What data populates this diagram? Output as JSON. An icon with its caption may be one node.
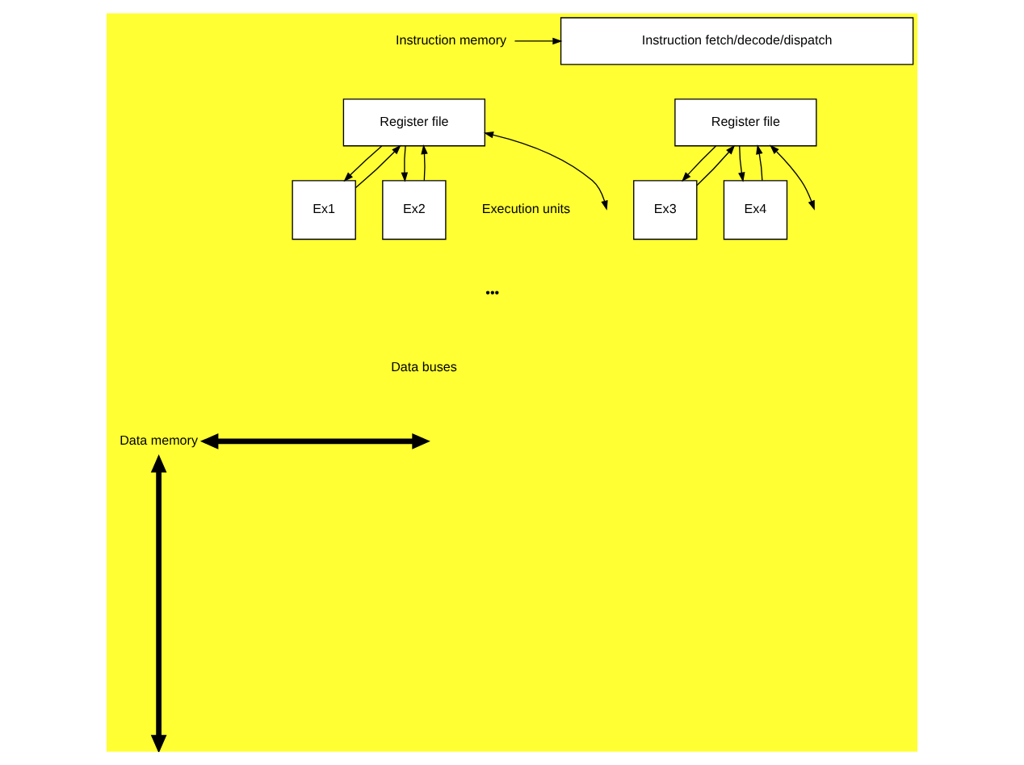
{
  "diagram": {
    "nodes": [
      {
        "text": [
          "Instruction memory"
        ]
      },
      {
        "text": [
          "Instruction fetch/decode/dispatch"
        ]
      },
      {
        "text": [
          "Register file"
        ]
      },
      {
        "text": [
          "Register file"
        ]
      },
      {
        "text": [
          "Ex1"
        ]
      },
      {
        "text": [
          "Ex2"
        ]
      },
      {
        "text": [
          "Ex3"
        ]
      },
      {
        "text": [
          "Ex4"
        ]
      },
      {
        "text": [
          "Data memory"
        ]
      }
    ],
    "edges": [
      {
        "from": 0,
        "to": 1,
        "arrow": "to"
      },
      {
        "from": 2,
        "to": 4,
        "arrow": "to"
      },
      {
        "from": 2,
        "to": 5,
        "arrow": "to"
      },
      {
        "from": 4,
        "to": 2,
        "arrow": "to"
      },
      {
        "from": 5,
        "to": 2,
        "arrow": "to"
      },
      {
        "from": 3,
        "to": 6,
        "arrow": "to"
      },
      {
        "from": 3,
        "to": 7,
        "arrow": "to"
      },
      {
        "from": 6,
        "to": 3,
        "arrow": "to"
      },
      {
        "from": 7,
        "to": 3,
        "arrow": "to"
      },
      {
        "from": 2,
        "to": null,
        "arrow": "both"
      },
      {
        "from": 3,
        "to": null,
        "arrow": "both"
      },
      {
        "from": 8,
        "to": null,
        "arrow": "both",
        "style": "thick"
      },
      {
        "from": 8,
        "to": null,
        "arrow": "both",
        "style": "thick"
      }
    ],
    "labels": [
      "Execution units",
      "•••",
      "Data buses"
    ]
  }
}
